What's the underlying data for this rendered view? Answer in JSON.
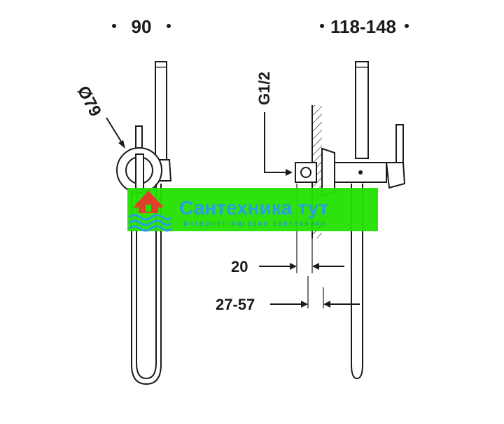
{
  "dimensions": {
    "top_left": "90",
    "top_right": "118-148",
    "diameter": "Ø79",
    "thread": "G1/2",
    "dim_20": "20",
    "dim_27_57": "27-57"
  },
  "watermark": {
    "brand": "Сантехника тут",
    "tagline": "интернет-магазин сантехники",
    "brand_color": "#2b9fe0",
    "accent_color": "#e0402a",
    "banner_color": "#22e000"
  },
  "colors": {
    "line": "#1a1a1a",
    "background": "#ffffff"
  }
}
